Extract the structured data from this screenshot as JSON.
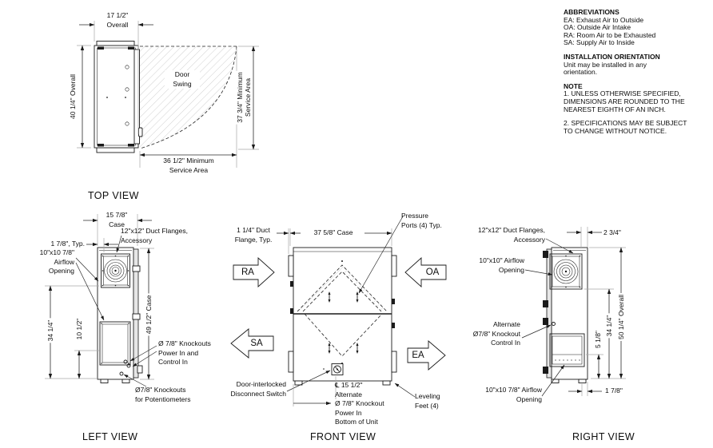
{
  "colors": {
    "line": "#1a1a1a",
    "extension_line": "#a8a8a8",
    "hatch": "#c4c4c4",
    "background": "#ffffff"
  },
  "notes_panel": {
    "abbreviations_title": "ABBREVIATIONS",
    "abbreviations_lines": [
      "EA: Exhaust Air to Outside",
      "OA: Outside Air Intake",
      "RA: Room Air to be Exhausted",
      "SA: Supply Air to Inside"
    ],
    "orientation_title": "INSTALLATION ORIENTATION",
    "orientation_lines": [
      "Unit may be installed in any",
      "orientation."
    ],
    "note_title": "NOTE",
    "note1_lines": [
      "1. UNLESS OTHERWISE SPECIFIED,",
      "DIMENSIONS ARE ROUNDED TO THE",
      "NEAREST EIGHTH OF AN INCH."
    ],
    "note2_lines": [
      "2. SPECIFICATIONS MAY BE SUBJECT",
      "TO CHANGE WITHOUT NOTICE."
    ]
  },
  "top_view": {
    "title": "TOP VIEW",
    "dim_overall_width": [
      "17 1/2\"",
      "Overall"
    ],
    "dim_overall_depth": "40 1/4\" Overall",
    "door_swing_label": [
      "Door",
      "Swing"
    ],
    "dim_service_height": [
      "37 3/4\" Minimum",
      "Service Area"
    ],
    "dim_service_width": [
      "36 1/2\" Minimum",
      "Service Area"
    ]
  },
  "left_view": {
    "title": "LEFT VIEW",
    "dim_case_width": [
      "15 7/8\"",
      "Case"
    ],
    "dim_flange_typ": "1 7/8\", Typ.",
    "label_duct_flanges": [
      "12\"x12\" Duct Flanges,",
      "Accessory"
    ],
    "label_airflow_opening": [
      "10\"x10 7/8\"",
      "Airflow",
      "Opening"
    ],
    "dim_case_height": "49 1/2\" Case",
    "dim_34_1_4": "34 1/4\"",
    "dim_10_1_2": "10 1/2\"",
    "label_knockouts_power": [
      "Ø 7/8\" Knockouts",
      "Power In and",
      "Control In"
    ],
    "label_knockouts_pot": [
      "Ø7/8\" Knockouts",
      "for Potentiometers"
    ]
  },
  "front_view": {
    "title": "FRONT VIEW",
    "dim_duct_flange": [
      "1 1/4\" Duct",
      "Flange, Typ."
    ],
    "dim_case_width": "37 5/8\" Case",
    "label_pressure_ports": [
      "Pressure",
      "Ports (4) Typ."
    ],
    "arrow_ra": "RA",
    "arrow_oa": "OA",
    "arrow_sa": "SA",
    "arrow_ea": "EA",
    "label_disconnect_switch": [
      "Door-interlocked",
      "Disconnect Switch"
    ],
    "label_alt_knockout": [
      "℄ 15 1/2\"",
      "Alternate",
      "Ø 7/8\" Knockout",
      "Power In",
      "Bottom of Unit"
    ],
    "label_leveling_feet": [
      "Leveling",
      "Feet (4)"
    ]
  },
  "right_view": {
    "title": "RIGHT VIEW",
    "label_duct_flanges": [
      "12\"x12\" Duct Flanges,",
      "Accessory"
    ],
    "dim_2_3_4": "2 3/4\"",
    "label_airflow_top": [
      "10\"x10\" Airflow",
      "Opening"
    ],
    "label_alt_knockout": [
      "Alternate",
      "Ø7/8\" Knockout",
      "Control In"
    ],
    "label_airflow_bottom": [
      "10\"x10 7/8\" Airflow",
      "Opening"
    ],
    "dim_5_1_8": "5 1/8\"",
    "dim_34_1_4": "34 1/4\"",
    "dim_overall_height": "50 1/4\" Overall",
    "dim_1_7_8": "1 7/8\""
  }
}
